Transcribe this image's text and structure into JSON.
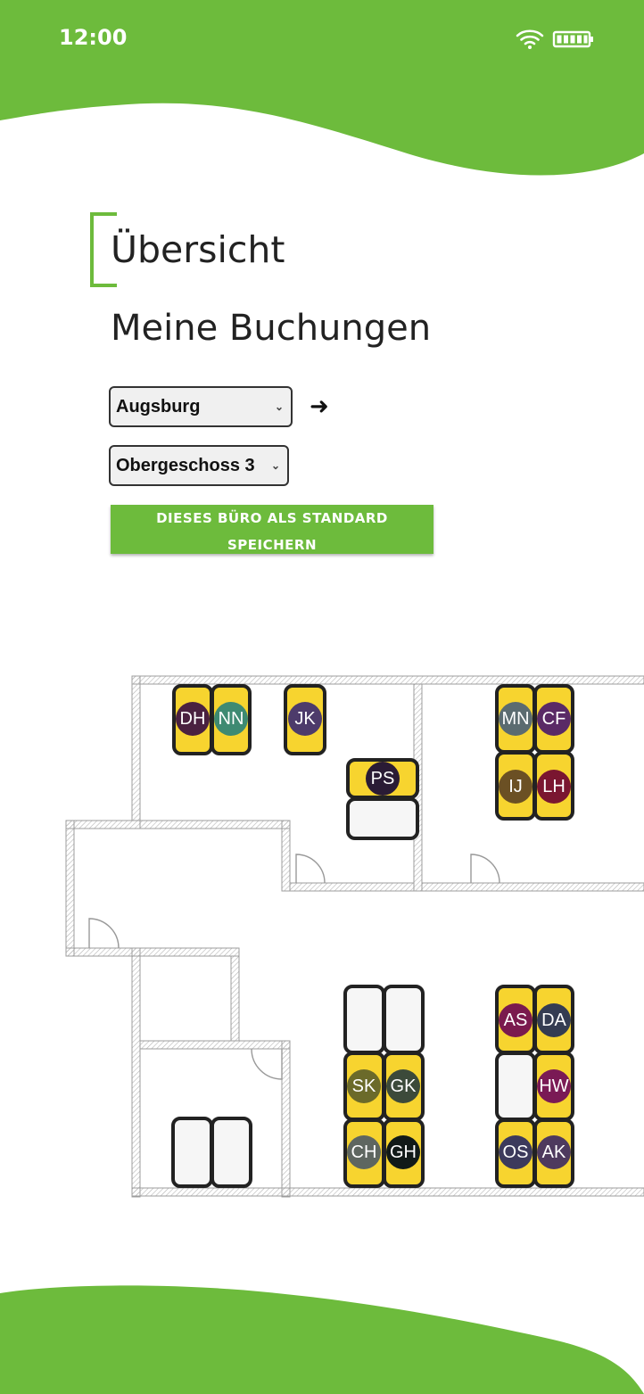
{
  "status_bar": {
    "time": "12:00",
    "wifi_icon": "wifi-icon",
    "battery_icon": "battery-icon"
  },
  "colors": {
    "brand_green": "#6dbb3c",
    "desk_booked": "#f7d42f",
    "desk_free": "#f6f6f6"
  },
  "header": {
    "title": "Übersicht",
    "subtitle": "Meine Buchungen"
  },
  "filters": {
    "location": {
      "value": "Augsburg"
    },
    "go_icon": "arrow-right-icon",
    "floor": {
      "value": "Obergeschoss 3"
    },
    "save_default_label": "DIESES BÜRO ALS STANDARD SPEICHERN"
  },
  "floorplan": {
    "desks": [
      {
        "status": "booked",
        "initials": "DH",
        "color": "#4a2140"
      },
      {
        "status": "booked",
        "initials": "NN",
        "color": "#3e8a72"
      },
      {
        "status": "booked",
        "initials": "JK",
        "color": "#4d3b6b"
      },
      {
        "status": "booked",
        "initials": "PS",
        "color": "#2a1b35"
      },
      {
        "status": "free",
        "initials": ""
      },
      {
        "status": "booked",
        "initials": "MN",
        "color": "#5b6b70"
      },
      {
        "status": "booked",
        "initials": "CF",
        "color": "#5a2a66"
      },
      {
        "status": "booked",
        "initials": "IJ",
        "color": "#6b5024"
      },
      {
        "status": "booked",
        "initials": "LH",
        "color": "#7a1630"
      },
      {
        "status": "free",
        "initials": ""
      },
      {
        "status": "free",
        "initials": ""
      },
      {
        "status": "booked",
        "initials": "SK",
        "color": "#6b6a2a"
      },
      {
        "status": "booked",
        "initials": "GK",
        "color": "#3c4a3a"
      },
      {
        "status": "booked",
        "initials": "CH",
        "color": "#5e6660"
      },
      {
        "status": "booked",
        "initials": "GH",
        "color": "#111a18"
      },
      {
        "status": "booked",
        "initials": "AS",
        "color": "#7a1a4e"
      },
      {
        "status": "booked",
        "initials": "DA",
        "color": "#343c52"
      },
      {
        "status": "free",
        "initials": ""
      },
      {
        "status": "booked",
        "initials": "HW",
        "color": "#7a1a55"
      },
      {
        "status": "booked",
        "initials": "OS",
        "color": "#3c3a5c"
      },
      {
        "status": "booked",
        "initials": "AK",
        "color": "#4e3a5e"
      },
      {
        "status": "free",
        "initials": ""
      },
      {
        "status": "free",
        "initials": ""
      }
    ]
  }
}
